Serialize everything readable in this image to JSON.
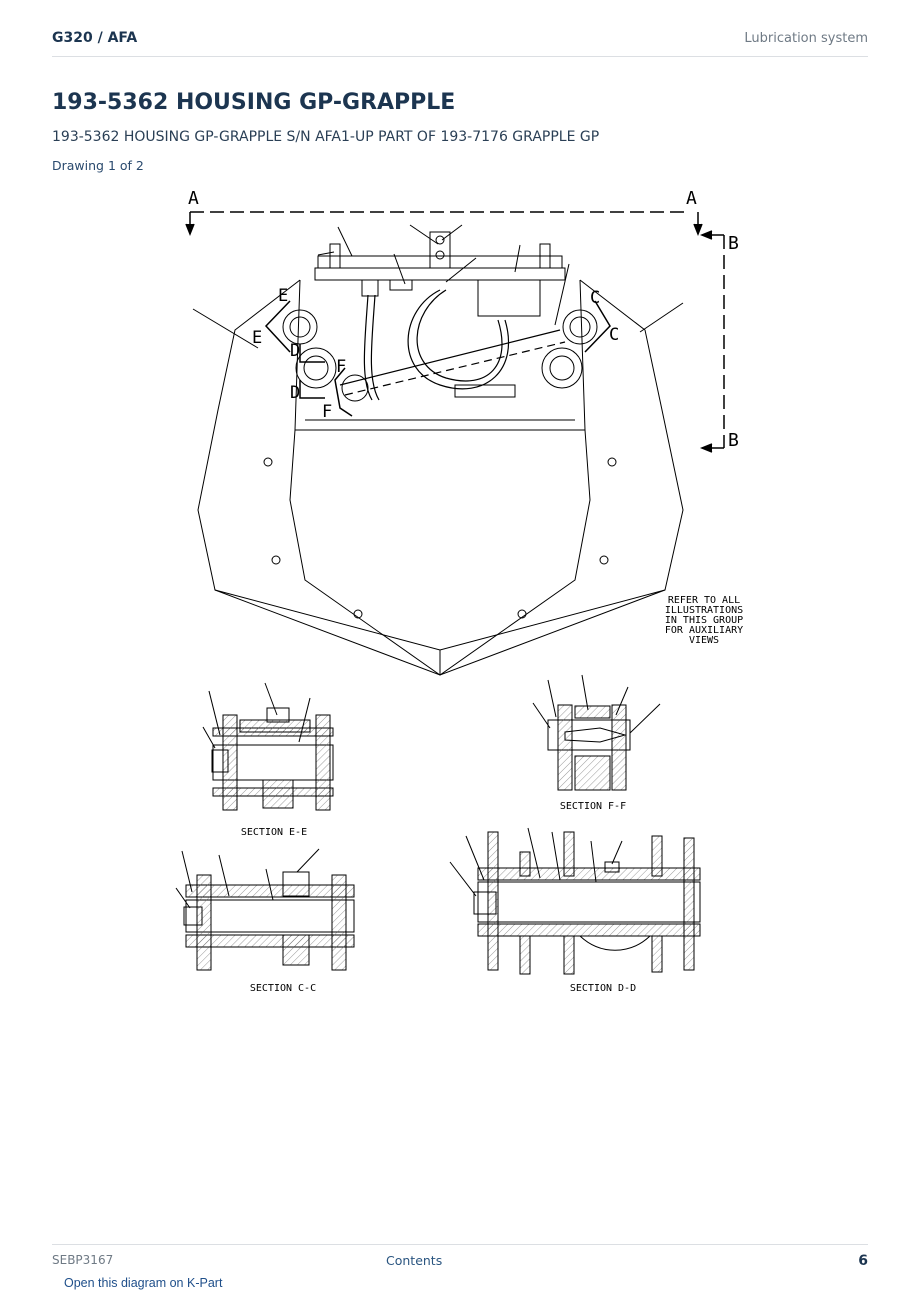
{
  "header": {
    "model": "G320  /  AFA",
    "section": "Lubrication system"
  },
  "title": "193-5362 HOUSING GP-GRAPPLE",
  "subtitle": "193-5362 HOUSING GP-GRAPPLE S/N AFA1-UP PART OF 193-7176 GRAPPLE GP",
  "drawing_count": "Drawing 1 of 2",
  "drawing": {
    "section_markers": [
      "A",
      "A",
      "B",
      "B",
      "C",
      "C",
      "D",
      "D",
      "E",
      "E",
      "F",
      "F"
    ],
    "note": [
      "REFER TO ALL",
      "ILLUSTRATIONS",
      "IN THIS GROUP",
      "FOR AUXILIARY",
      "VIEWS"
    ],
    "section_labels": [
      "SECTION E-E",
      "SECTION F-F",
      "SECTION C-C",
      "SECTION D-D"
    ]
  },
  "footer": {
    "doc_id": "SEBP3167",
    "contents": "Contents",
    "page": "6"
  },
  "kpart_link": "Open this diagram on K-Part"
}
